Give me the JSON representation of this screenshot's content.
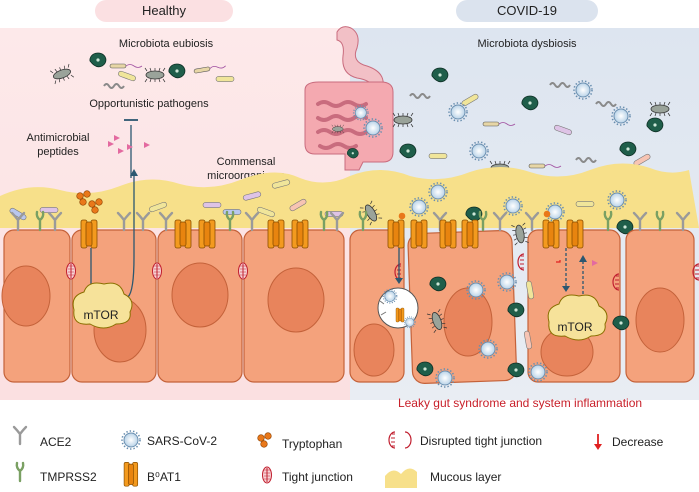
{
  "panels": {
    "healthy": {
      "header": "Healthy",
      "title": "Microbiota eubiosis"
    },
    "covid": {
      "header": "COVID-19",
      "title": "Microbiota dysbiosis"
    }
  },
  "labels": {
    "pathogens": "Opportunistic pathogens",
    "peptides_line1": "Antimicrobial",
    "peptides_line2": "peptides",
    "commensal_line1": "Commensal",
    "commensal_line2": "microorganisms",
    "mtor_healthy": "mTOR",
    "mtor_covid": "mTOR",
    "leaky": "Leaky gut syndrome and system inflammation"
  },
  "legend": {
    "ace2": "ACE2",
    "tmprss2": "TMPRSS2",
    "sars": "SARS-CoV-2",
    "b0at1": "B⁰AT1",
    "tryptophan": "Tryptophan",
    "tight_junction": "Tight junction",
    "disrupted": "Disrupted tight junction",
    "mucous": "Mucous layer",
    "decrease": "Decrease"
  },
  "colors": {
    "healthy_bg": "#fde9ea",
    "covid_bg": "#dfe6ef",
    "cell": "#f4a27c",
    "nucleus": "#e8845c",
    "mucus": "#f7e08a",
    "transporter": "#f39a1e",
    "leaky_text": "#c8202a",
    "decrease_arrow": "#e02020"
  },
  "icons": [
    "ace2-icon",
    "tmprss2-icon",
    "sars-cov-2-icon",
    "b0at1-icon",
    "tryptophan-icon",
    "tight-junction-icon",
    "disrupted-tight-junction-icon",
    "mucous-layer-icon",
    "decrease-arrow-icon",
    "intestine-icon",
    "bacterium-icon"
  ]
}
